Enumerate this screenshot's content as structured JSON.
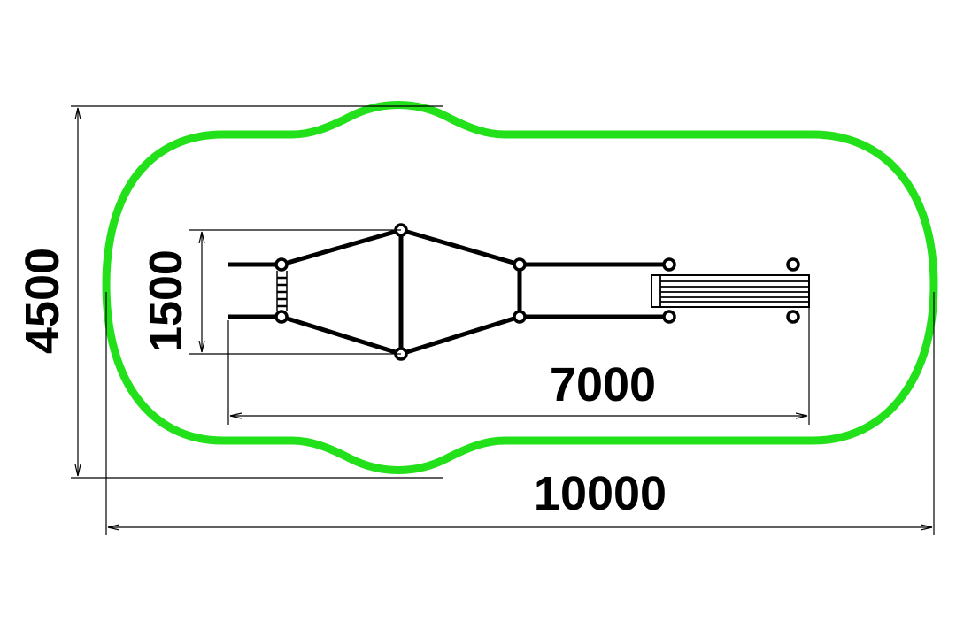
{
  "dimensions": {
    "overall_length": "10000",
    "overall_width": "4500",
    "equipment_length": "7000",
    "equipment_width": "1500"
  },
  "colors": {
    "safety_zone": "#22e01a",
    "structure": "#000000",
    "dimension_line": "#000000",
    "background": "#ffffff"
  }
}
